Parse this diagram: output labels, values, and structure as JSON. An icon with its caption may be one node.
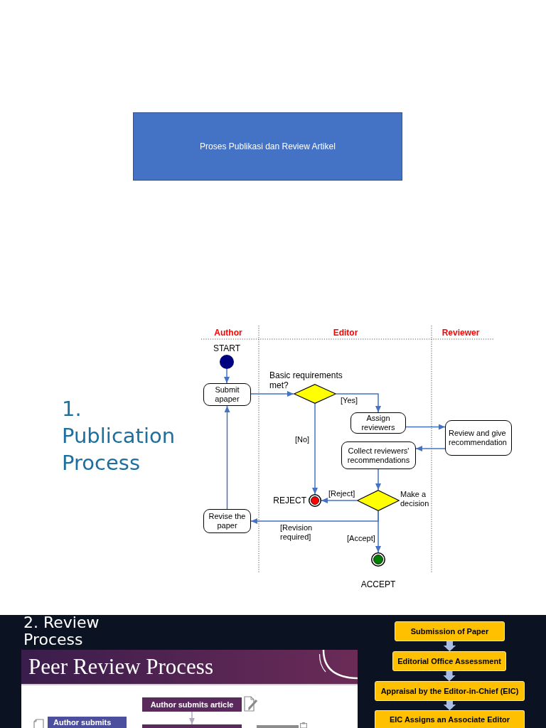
{
  "diagram": {
    "nodes": [
      {
        "text": [
          "Proses Publikasi dan Review Artikel"
        ]
      },
      {
        "text": [],
        "shape": "circle",
        "beside": [
          "START"
        ]
      },
      {
        "text": [
          "Submit apaper"
        ]
      },
      {
        "text": [],
        "shape": "diamond",
        "beside": [
          "Basic requirements met?"
        ]
      },
      {
        "text": [
          "Assign reviewers"
        ]
      },
      {
        "text": [
          "Review and give recommendation"
        ]
      },
      {
        "text": [
          "Collect reviewers' recommendations"
        ]
      },
      {
        "text": [],
        "shape": "circle",
        "beside": [
          "REJECT"
        ]
      },
      {
        "text": [],
        "shape": "diamond",
        "beside": [
          "Make a decision"
        ]
      },
      {
        "text": [
          "Revise the paper"
        ]
      },
      {
        "text": [],
        "shape": "circle",
        "beside": [
          "ACCEPT"
        ]
      },
      {
        "text": [
          "Peer Review Process"
        ]
      },
      {
        "text": [
          "Author submits article"
        ],
        "in": 11
      },
      {
        "text": [],
        "shape": "box",
        "in": 11
      },
      {
        "text": [
          "Author submits"
        ],
        "in": 11
      },
      {
        "text": [],
        "shape": "box",
        "in": 11
      },
      {
        "text": [
          "Submission of Paper"
        ]
      },
      {
        "text": [
          "Editorial Office Assessment"
        ]
      },
      {
        "text": [
          "Appraisal by the Editor-in-Chief (EIC)"
        ]
      },
      {
        "text": [
          "EIC Assigns an Associate Editor"
        ]
      }
    ],
    "edges": [
      {
        "from": 1,
        "to": 2,
        "arrow": "to"
      },
      {
        "from": 2,
        "to": 3,
        "arrow": "to"
      },
      {
        "from": 3,
        "to": 4,
        "arrow": "to",
        "label": "[Yes]"
      },
      {
        "from": 3,
        "to": 7,
        "arrow": "to",
        "label": "[No]"
      },
      {
        "from": 4,
        "to": 5,
        "arrow": "to"
      },
      {
        "from": 5,
        "to": 6,
        "arrow": "to"
      },
      {
        "from": 6,
        "to": 8,
        "arrow": "to"
      },
      {
        "from": 8,
        "to": 7,
        "arrow": "to",
        "label": "[Reject]"
      },
      {
        "from": 8,
        "to": 9,
        "arrow": "to",
        "label": "[Revision required]"
      },
      {
        "from": 8,
        "to": 10,
        "arrow": "to",
        "label": "[Accept]"
      },
      {
        "from": 9,
        "to": 2,
        "arrow": "to"
      },
      {
        "from": 12,
        "to": 13,
        "arrow": "to",
        "color": "#b5a9bf"
      },
      {
        "from": 16,
        "to": 17,
        "arrow": "to",
        "style": "thick",
        "color": "#a8bce4"
      },
      {
        "from": 17,
        "to": 18,
        "arrow": "to",
        "style": "thick",
        "color": "#a8bce4"
      },
      {
        "from": 18,
        "to": 19,
        "arrow": "to",
        "style": "thick",
        "color": "#a8bce4"
      }
    ],
    "labels": [
      "1. Publication Process",
      "Author",
      "Editor",
      "Reviewer",
      "2. Review Process"
    ]
  }
}
